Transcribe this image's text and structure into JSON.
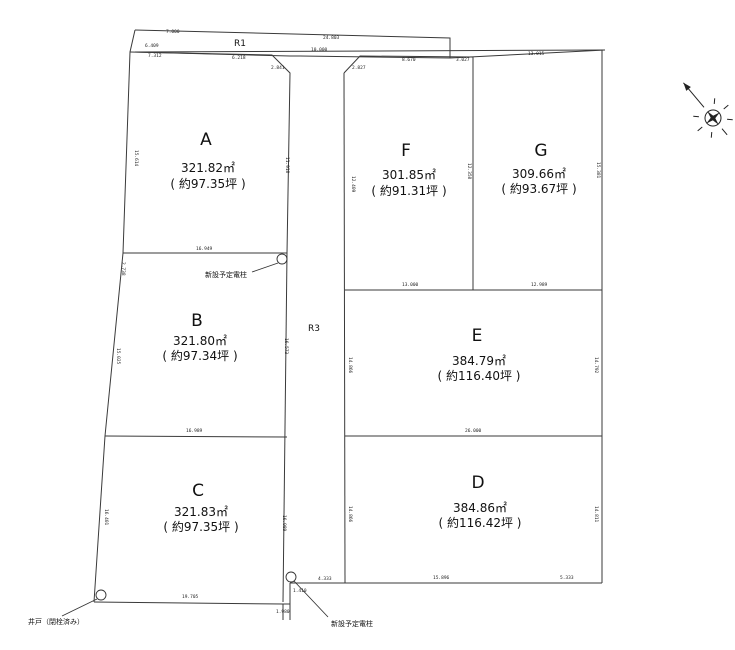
{
  "lots": [
    {
      "id": "A",
      "label": "A",
      "area": "321.82㎡",
      "tsubo": "( 約97.35坪 )"
    },
    {
      "id": "B",
      "label": "B",
      "area": "321.80㎡",
      "tsubo": "( 約97.34坪 )"
    },
    {
      "id": "C",
      "label": "C",
      "area": "321.83㎡",
      "tsubo": "( 約97.35坪 )"
    },
    {
      "id": "D",
      "label": "D",
      "area": "384.86㎡",
      "tsubo": "( 約116.42坪 )"
    },
    {
      "id": "E",
      "label": "E",
      "area": "384.79㎡",
      "tsubo": "( 約116.40坪 )"
    },
    {
      "id": "F",
      "label": "F",
      "area": "301.85㎡",
      "tsubo": "( 約91.31坪 )"
    },
    {
      "id": "G",
      "label": "G",
      "area": "309.66㎡",
      "tsubo": "( 約93.67坪 )"
    }
  ],
  "roads": {
    "r1": "R1",
    "r3": "R3"
  },
  "notes": {
    "pole_upper": "新設予定電柱",
    "pole_lower": "新設予定電柱",
    "well": "井戸（閉栓済み）"
  },
  "dimensions": {
    "top_1": "7.000",
    "top_2": "24.803",
    "top_3": "6.409",
    "r1_1": "7.312",
    "r1_2": "6.218",
    "r1_3": "10.000",
    "r1_4": "8.670",
    "r1_5": "3.027",
    "r1_6": "13.015",
    "a_left": "15.614",
    "a_right": "11.918",
    "a_bottom": "16.949",
    "b_left": "15.025",
    "b_right": "16.573",
    "b_bottom": "16.989",
    "c_left": "16.401",
    "c_right": "16.989",
    "c_bottom": "19.705",
    "f_left": "12.409",
    "f_right": "12.358",
    "f_bottom": "13.000",
    "g_right": "15.381",
    "g_bottom": "12.989",
    "e_left": "14.866",
    "e_right": "14.792",
    "e_bottom": "26.000",
    "d_left": "14.866",
    "d_right": "14.811",
    "d_bottom_1": "4.333",
    "d_bottom_2": "15.896",
    "d_bottom_3": "5.333",
    "cut_1": "2.841",
    "cut_2": "2.827",
    "side_1": "2.738",
    "bot_1": "1.410",
    "bot_2": "1.980"
  },
  "colors": {
    "line": "#333333",
    "text": "#111111"
  }
}
